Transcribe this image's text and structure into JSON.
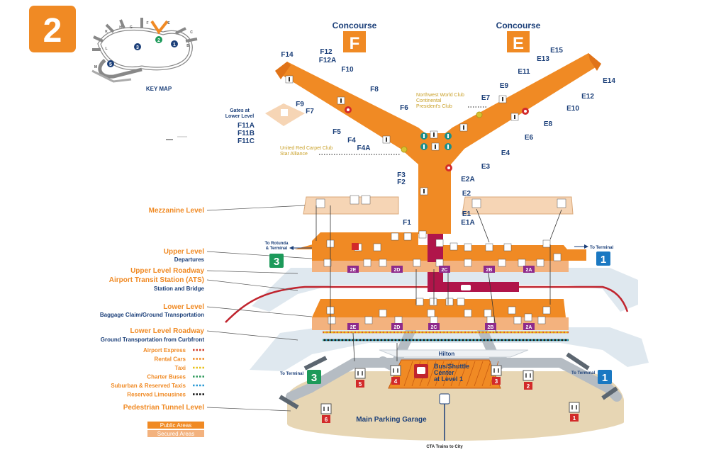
{
  "terminal_number": "2",
  "key_map": {
    "title": "KEY MAP",
    "letters": [
      "K",
      "H",
      "G",
      "F",
      "E",
      "C",
      "L",
      "B",
      "M"
    ],
    "badges": [
      "3",
      "2",
      "1",
      "5"
    ]
  },
  "concourses": [
    {
      "word": "Concourse",
      "letter": "F"
    },
    {
      "word": "Concourse",
      "letter": "E"
    }
  ],
  "gates_f": [
    "F14",
    "F12",
    "F12A",
    "F10",
    "F8",
    "F9",
    "F7",
    "F6",
    "F5",
    "F4",
    "F4A",
    "F3",
    "F2",
    "F1"
  ],
  "gates_e": [
    "E15",
    "E13",
    "E11",
    "E14",
    "E9",
    "E12",
    "E7",
    "E10",
    "E8",
    "E6",
    "E4",
    "E3",
    "E2A",
    "E2",
    "E1",
    "E1A"
  ],
  "gates_lower": {
    "title": "Gates at\nLower Level",
    "gates": [
      "F11A",
      "F11B",
      "F11C"
    ]
  },
  "clubs": [
    {
      "lines": [
        "Northwest World Club",
        "Continental",
        "President's Club"
      ]
    },
    {
      "lines": [
        "United Red Carpet Club",
        "Star Alliance"
      ]
    }
  ],
  "levels": [
    {
      "title": "Mezzanine Level",
      "subtitle": ""
    },
    {
      "title": "Upper Level",
      "subtitle": "Departures"
    },
    {
      "title": "Upper Level Roadway",
      "subtitle": ""
    },
    {
      "title": "Airport Transit Station (ATS)",
      "subtitle": "Station and Bridge"
    },
    {
      "title": "Lower Level",
      "subtitle": "Baggage Claim/Ground Transportation"
    },
    {
      "title": "Lower Level Roadway",
      "subtitle": "Ground Transportation from Curbfront"
    },
    {
      "title": "Pedestrian Tunnel Level",
      "subtitle": ""
    }
  ],
  "ground_transport": [
    {
      "label": "Airport Express",
      "color": "#d1402b"
    },
    {
      "label": "Rental Cars",
      "color": "#f08a24"
    },
    {
      "label": "Taxi",
      "color": "#e8c21a"
    },
    {
      "label": "Charter Buses",
      "color": "#2f9a5b"
    },
    {
      "label": "Suburban & Reserved Taxis",
      "color": "#2a9ad6"
    },
    {
      "label": "Reserved Limousines",
      "color": "#111111"
    }
  ],
  "area_legend": [
    {
      "label": "Public Areas",
      "color": "#f08a24"
    },
    {
      "label": "Secured Areas",
      "color": "#f3b27e"
    }
  ],
  "directions": {
    "to_rotunda": "To Rotunda\n& Terminal",
    "to_terminal": "To Terminal",
    "terminal_3": "3",
    "terminal_1": "1"
  },
  "checkin_labels": [
    "2E",
    "2D",
    "2C",
    "2B",
    "2A"
  ],
  "garage": {
    "title": "Main Parking Garage",
    "hilton": "Hilton",
    "bus_center": "Bus/Shuttle\nCenter\nat Level 1",
    "cta": "CTA Trains to City",
    "elevators": [
      "6",
      "5",
      "4",
      "3",
      "2",
      "1"
    ]
  },
  "colors": {
    "orange": "#f08a24",
    "secured": "#f3b27e",
    "navy": "#1b3f79",
    "roadway": "#dfe8ef",
    "ats": "#b0154a",
    "garage": "#e7d6b4",
    "gold": "#c9a028",
    "blue_badge": "#1a78c2",
    "green_badge": "#1c9a5a"
  }
}
